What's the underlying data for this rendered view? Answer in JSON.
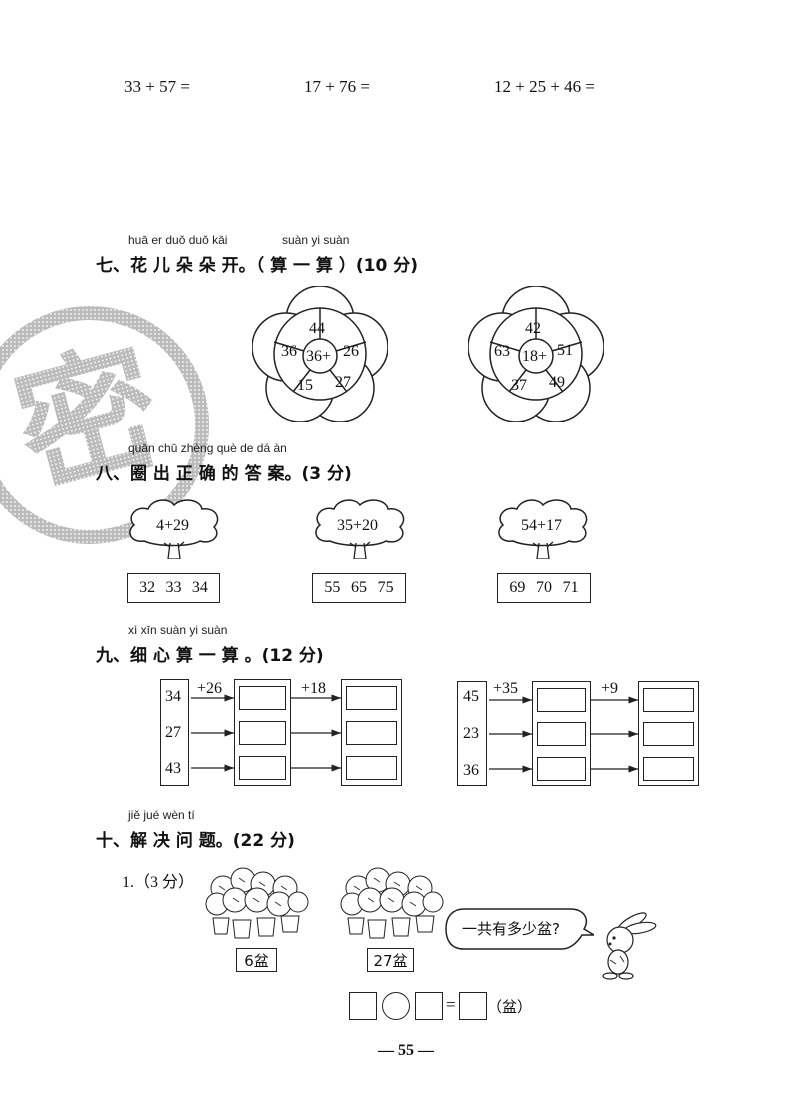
{
  "top_equations": [
    "33 + 57 =",
    "17 + 76 =",
    "12 + 25 + 46 ="
  ],
  "section7": {
    "pinyin": [
      "huā  er  duǒ duǒ kāi",
      "suàn  yi  suàn"
    ],
    "title": "七、花 儿 朵 朵 开。（ 算  一  算 ）(10 分)",
    "flower1": {
      "center": "36+",
      "petals": [
        "44",
        "26",
        "27",
        "15",
        "36"
      ]
    },
    "flower2": {
      "center": "18+",
      "petals": [
        "42",
        "51",
        "49",
        "37",
        "63"
      ]
    }
  },
  "section8": {
    "pinyin": "quān chū zhèng què de dá àn",
    "title": "八、圈 出 正 确 的 答 案。(3 分)",
    "items": [
      {
        "expr": "4+29",
        "options": [
          "32",
          "33",
          "34"
        ]
      },
      {
        "expr": "35+20",
        "options": [
          "55",
          "65",
          "75"
        ]
      },
      {
        "expr": "54+17",
        "options": [
          "69",
          "70",
          "71"
        ]
      }
    ]
  },
  "section9": {
    "pinyin": "xì  xīn suàn  yi  suàn",
    "title": "九、细 心  算  一  算 。(12 分)",
    "chain1": {
      "inputs": [
        "34",
        "27",
        "43"
      ],
      "op1": "+26",
      "op2": "+18"
    },
    "chain2": {
      "inputs": [
        "45",
        "23",
        "36"
      ],
      "op1": "+35",
      "op2": "+9"
    }
  },
  "section10": {
    "pinyin": "jiě jué wèn  tí",
    "title": "十、解 决  问 题。(22 分)",
    "q1_label": "1.（3 分）",
    "pot1_label": "6盆",
    "pot2_label": "27盆",
    "bubble": "一共有多少盆?",
    "equals": "=",
    "unit": "（盆）"
  },
  "page_number": "— 55 —",
  "stamp_char": "密"
}
